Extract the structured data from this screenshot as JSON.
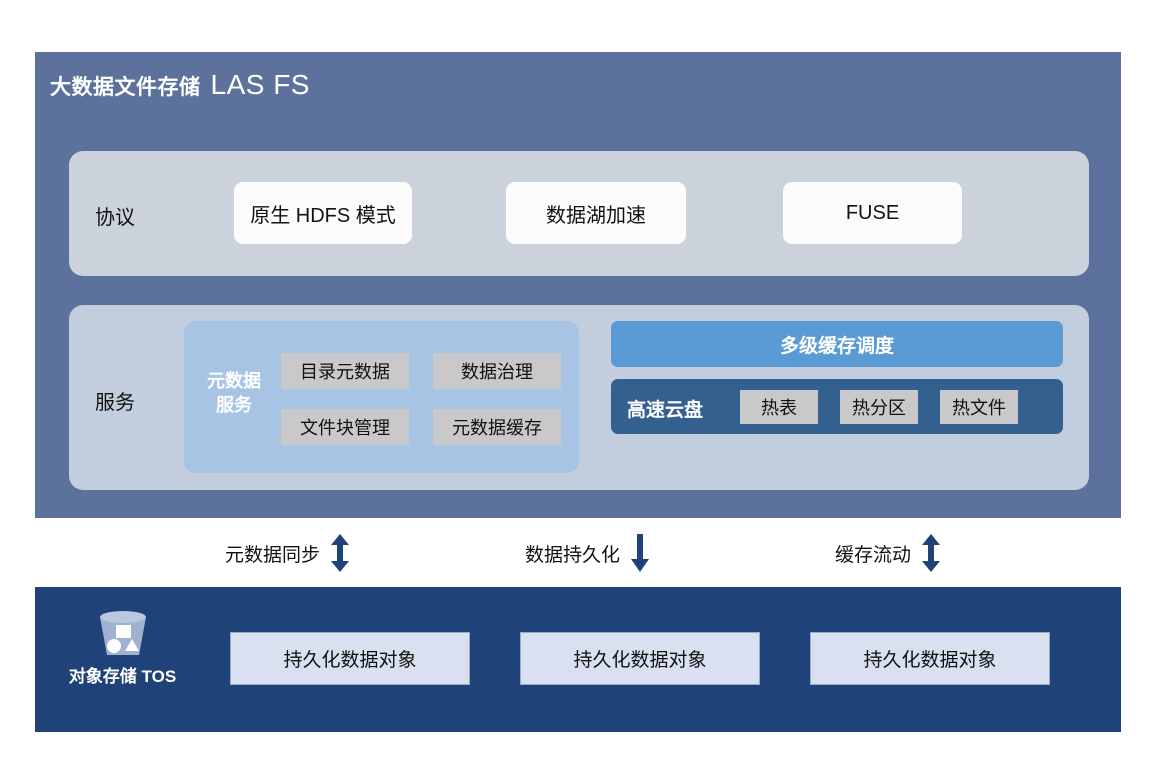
{
  "diagram": {
    "title_cn": "大数据文件存储",
    "title_en": "LAS FS",
    "colors": {
      "las_panel": "#5c729c",
      "protocol_band": "#ccd2dc",
      "service_band": "#c2cede",
      "meta_panel": "#a8c4e4",
      "cache_scheduler": "#5b9bd5",
      "fast_disk": "#33608f",
      "tos_panel": "#1f4278",
      "chip": "#c9c9c9",
      "arrow": "#1f4278"
    }
  },
  "protocol": {
    "label": "协议",
    "cards": [
      "原生 HDFS 模式",
      "数据湖加速",
      "FUSE"
    ]
  },
  "service": {
    "label": "服务",
    "metadata_service": {
      "title": "元数据\n服务",
      "title_line1": "元数据",
      "title_line2": "服务",
      "chips": [
        "目录元数据",
        "数据治理",
        "文件块管理",
        "元数据缓存"
      ]
    },
    "cache_scheduler": {
      "label": "多级缓存调度"
    },
    "fast_disk": {
      "label": "高速云盘",
      "chips": [
        "热表",
        "热分区",
        "热文件"
      ]
    }
  },
  "flows": [
    {
      "label": "元数据同步",
      "direction": "both",
      "icon": "arrow-up-down-icon"
    },
    {
      "label": "数据持久化",
      "direction": "down",
      "icon": "arrow-down-icon"
    },
    {
      "label": "缓存流动",
      "direction": "both",
      "icon": "arrow-up-down-icon"
    }
  ],
  "tos": {
    "name": "对象存储 TOS",
    "icon": "object-storage-bucket-icon",
    "cards": [
      "持久化数据对象",
      "持久化数据对象",
      "持久化数据对象"
    ]
  }
}
